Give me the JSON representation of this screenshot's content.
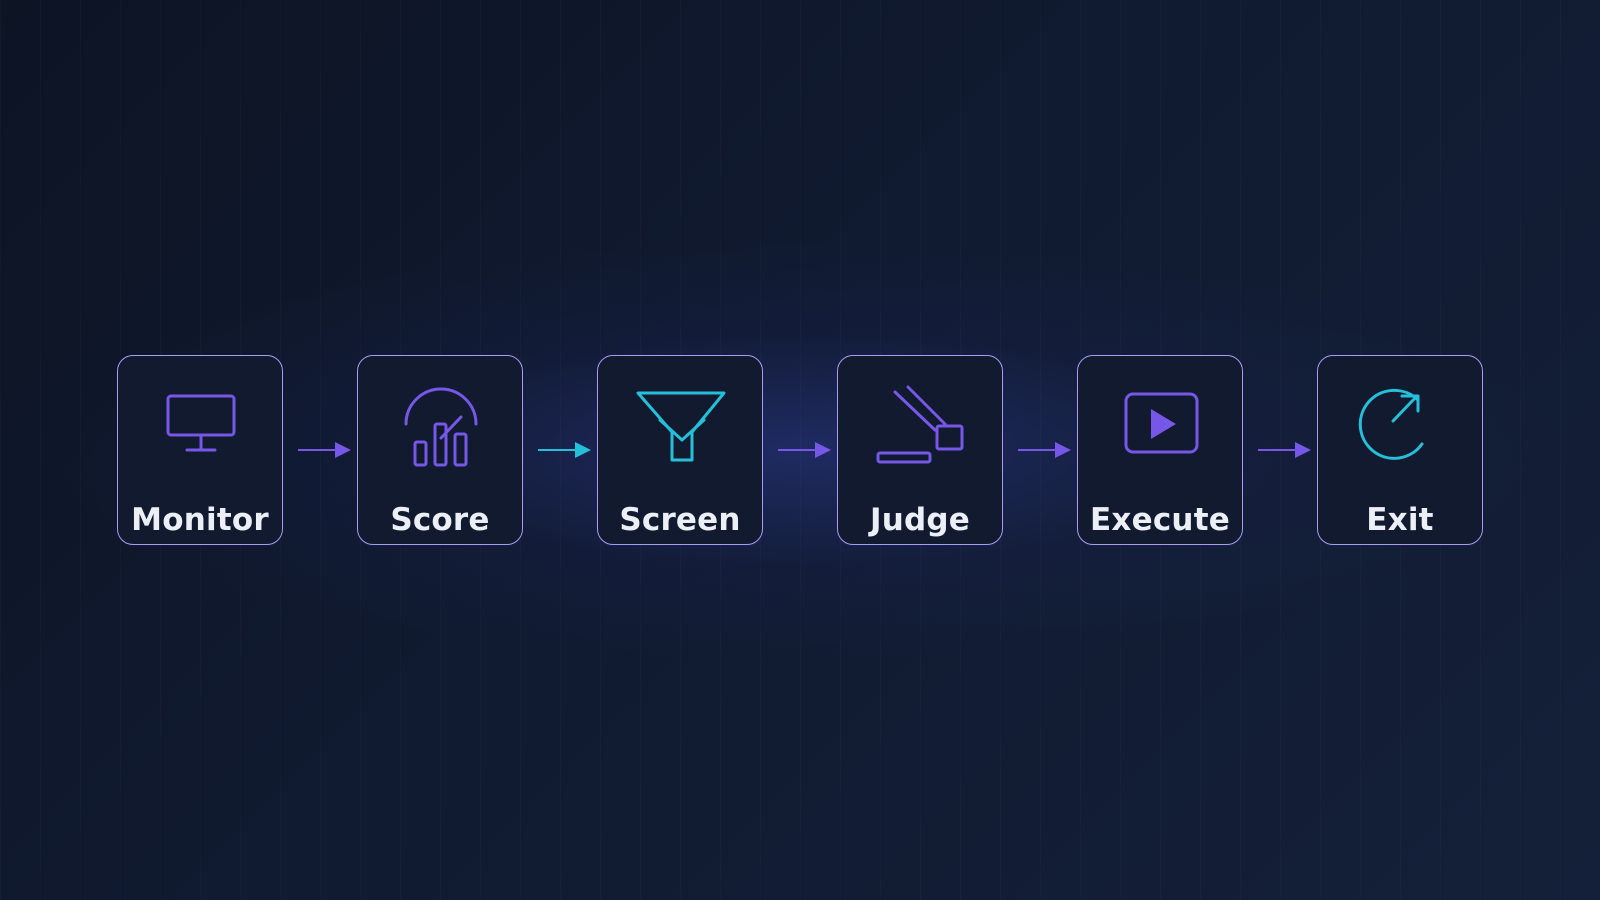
{
  "steps": [
    {
      "label": "Monitor",
      "icon": "monitor-icon",
      "color": "#7657e8"
    },
    {
      "label": "Score",
      "icon": "gauge-chart-icon",
      "color": "#7657e8"
    },
    {
      "label": "Screen",
      "icon": "funnel-icon",
      "color": "#26bfd9"
    },
    {
      "label": "Judge",
      "icon": "gavel-icon",
      "color": "#7657e8"
    },
    {
      "label": "Execute",
      "icon": "play-button-icon",
      "color": "#7657e8"
    },
    {
      "label": "Exit",
      "icon": "exit-arrow-icon",
      "color": "#26bfd9"
    }
  ],
  "arrows": [
    {
      "color": "#7657e8"
    },
    {
      "color": "#26bfd9"
    },
    {
      "color": "#7657e8"
    },
    {
      "color": "#7657e8"
    },
    {
      "color": "#7657e8"
    }
  ],
  "colors": {
    "background": "#0f1729",
    "card_border": "#a89cf5",
    "card_fill": "#111a2e",
    "label": "#eceff6",
    "purple": "#7657e8",
    "cyan": "#26bfd9"
  }
}
